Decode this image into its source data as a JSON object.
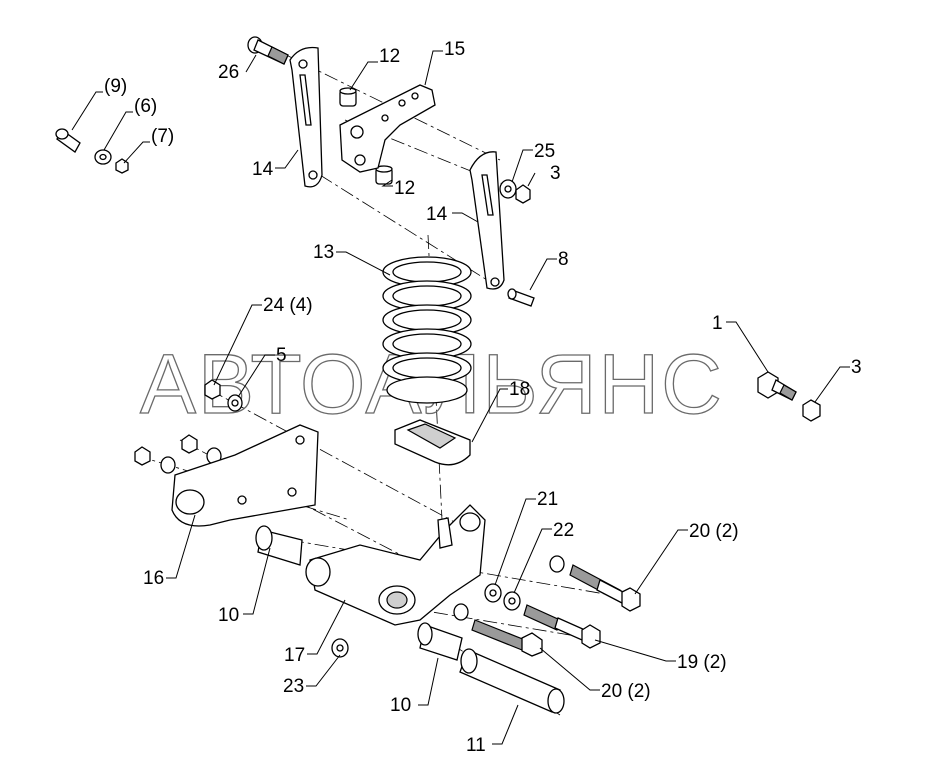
{
  "watermark": "АВТОАЛЬЯНС",
  "callouts": {
    "c9": "(9)",
    "c6": "(6)",
    "c7": "(7)",
    "c26": "26",
    "c12a": "12",
    "c15": "15",
    "c14a": "14",
    "c12b": "12",
    "c25": "25",
    "c3a": "3",
    "c14b": "14",
    "c13": "13",
    "c8": "8",
    "c24": "24 (4)",
    "c5": "5",
    "c1": "1",
    "c3b": "3",
    "c18": "18",
    "c16": "16",
    "c21": "21",
    "c22": "22",
    "c20a": "20 (2)",
    "c10a": "10",
    "c17": "17",
    "c19": "19 (2)",
    "c23": "23",
    "c20b": "20 (2)",
    "c10b": "10",
    "c11": "11"
  }
}
